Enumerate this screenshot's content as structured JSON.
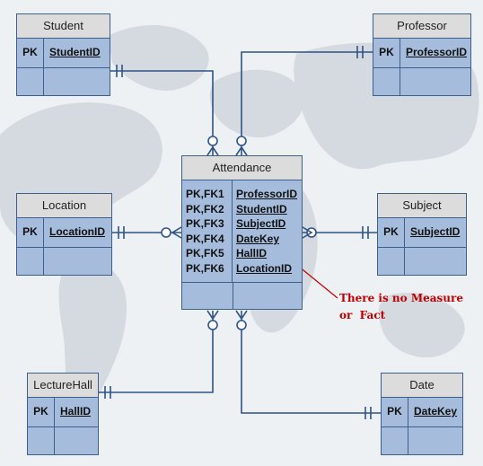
{
  "entities": {
    "student": {
      "title": "Student",
      "pk": "PK",
      "field": "StudentID"
    },
    "professor": {
      "title": "Professor",
      "pk": "PK",
      "field": "ProfessorID"
    },
    "location": {
      "title": "Location",
      "pk": "PK",
      "field": "LocationID"
    },
    "subject": {
      "title": "Subject",
      "pk": "PK",
      "field": "SubjectID"
    },
    "lecturehall": {
      "title": "LectureHall",
      "pk": "PK",
      "field": "HallID"
    },
    "date": {
      "title": "Date",
      "pk": "PK",
      "field": "DateKey"
    }
  },
  "attendance": {
    "title": "Attendance",
    "keys": [
      "PK,FK1",
      "PK,FK2",
      "PK,FK3",
      "PK,FK4",
      "PK,FK5",
      "PK,FK6"
    ],
    "fields": [
      "ProfessorID",
      "StudentID",
      "SubjectID",
      "DateKey",
      "HallID",
      "LocationID"
    ]
  },
  "annotation": {
    "line1": "There is no Measure",
    "line2": "or  Fact"
  },
  "colors": {
    "connector": "#2f5386",
    "entity_fill": "#a5bcdc",
    "header_fill": "#dcdcdc",
    "annotation": "#c00000",
    "map_land": "#d4dadf"
  }
}
